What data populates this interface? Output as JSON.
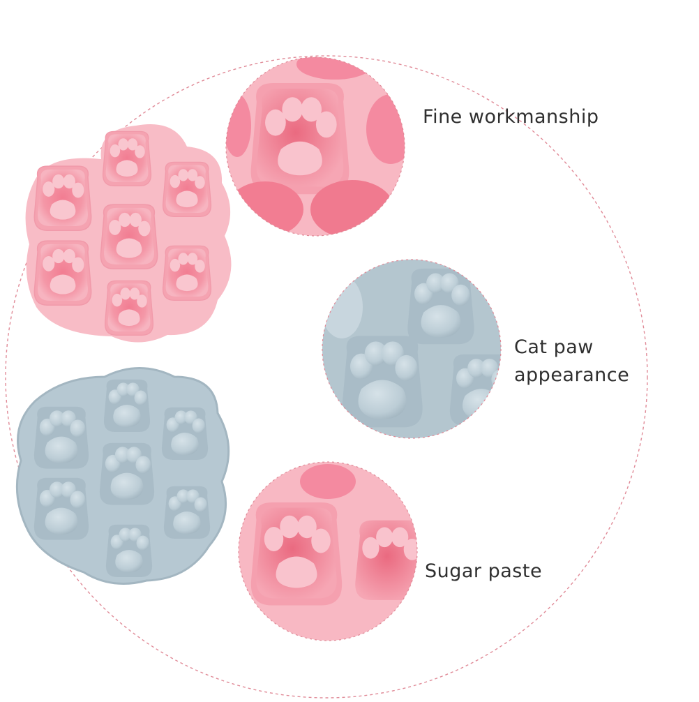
{
  "features": [
    {
      "label": "Fine workmanship"
    },
    {
      "label": "Cat paw\nappearance"
    },
    {
      "label": "Sugar paste"
    }
  ],
  "colors": {
    "pink_mold": "#f8b9c4",
    "pink_deep": "#ee7f90",
    "blue_mold": "#bccdd6",
    "blue_shadow": "#9db2be",
    "dashed_line": "#e08a97",
    "text": "#2f2f2f"
  }
}
